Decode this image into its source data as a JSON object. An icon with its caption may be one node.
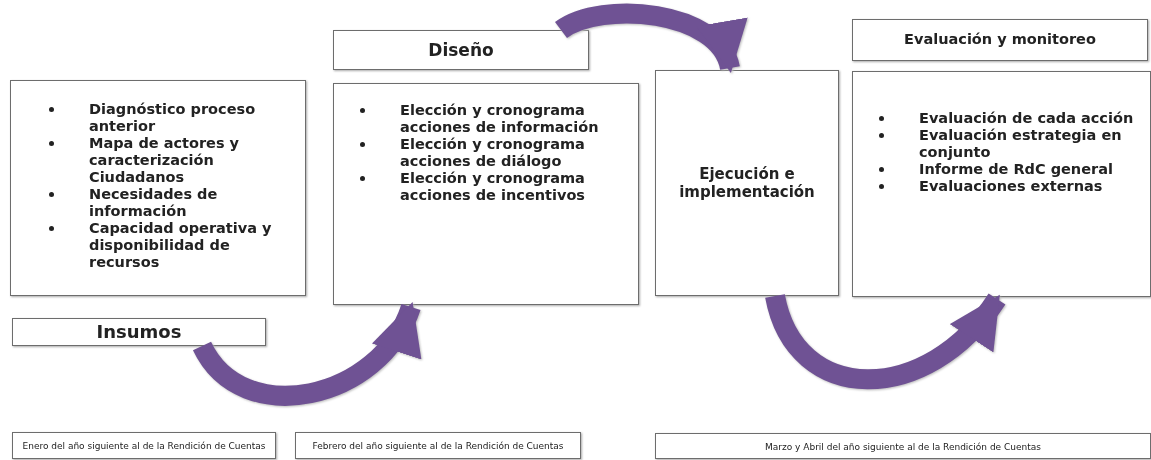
{
  "diagram": {
    "nodes": [
      {
        "text": [
          "Diagnóstico proceso anterior",
          "Mapa de actores y caracterización Ciudadanos",
          "Necesidades de información",
          "Capacidad operativa y disponibilidad de recursos"
        ]
      },
      {
        "text": [
          "Insumos"
        ]
      },
      {
        "text": [
          "Diseño"
        ]
      },
      {
        "text": [
          "Elección y cronograma acciones de información",
          "Elección y cronograma acciones de diálogo",
          "Elección y cronograma acciones de incentivos"
        ]
      },
      {
        "text": [
          "Ejecución e implementación"
        ]
      },
      {
        "text": [
          "Evaluación y monitoreo"
        ]
      },
      {
        "text": [
          "Evaluación de cada acción",
          "Evaluación estrategia en conjunto",
          "Informe de RdC general",
          "Evaluaciones externas"
        ]
      },
      {
        "text": [
          "Enero del año siguiente al de la Rendición de Cuentas"
        ]
      },
      {
        "text": [
          "Febrero del año siguiente al de la Rendición de Cuentas"
        ]
      },
      {
        "text": [
          "Marzo y Abril del año siguiente al de la Rendición de Cuentas"
        ]
      }
    ],
    "edges": [
      {
        "from": 1,
        "to": 3,
        "arrow": "to"
      },
      {
        "from": 2,
        "to": 4,
        "arrow": "to"
      },
      {
        "from": 4,
        "to": 6,
        "arrow": "to"
      }
    ]
  }
}
